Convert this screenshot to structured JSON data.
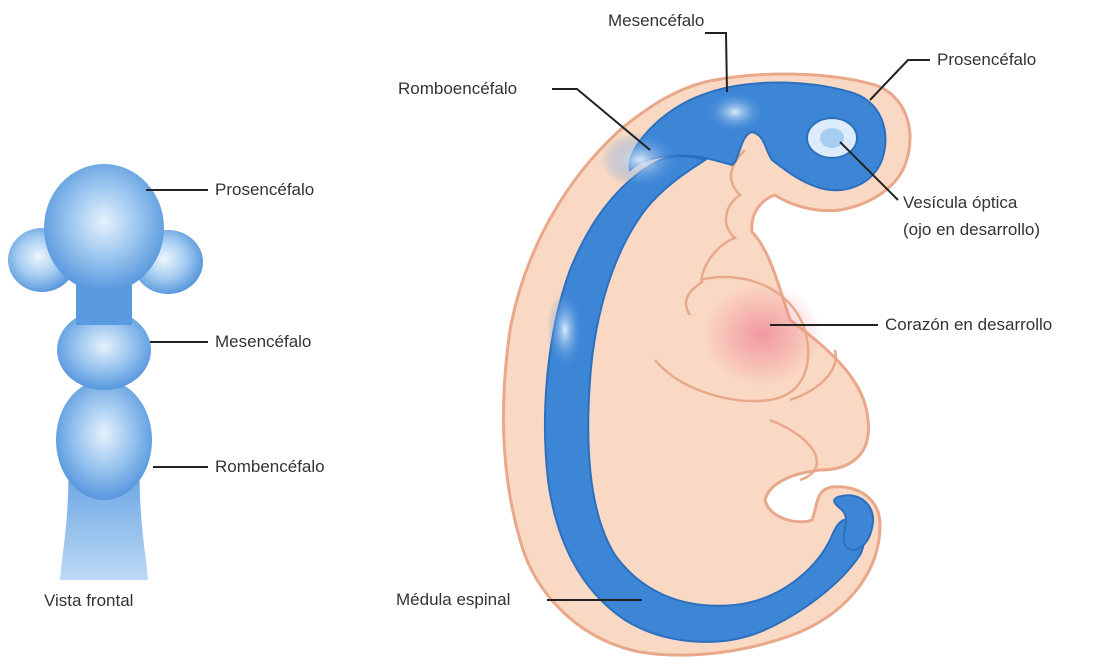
{
  "frontal_view": {
    "caption": "Vista frontal",
    "labels": {
      "prosencephalon": "Prosencéfalo",
      "mesencephalon": "Mesencéfalo",
      "rhombencephalon": "Rombencéfalo"
    }
  },
  "lateral_view": {
    "labels": {
      "mesencephalon": "Mesencéfalo",
      "prosencephalon": "Prosencéfalo",
      "rhombencephalon": "Romboencéfalo",
      "optic_vesicle_line1": "Vesícula óptica",
      "optic_vesicle_line2": "(ojo en desarrollo)",
      "developing_heart": "Corazón en desarrollo",
      "spinal_cord": "Médula espinal"
    }
  },
  "colors": {
    "neural_tube": "#3d86d6",
    "neural_tube_highlight": "#dcecfb",
    "embryo_skin": "#fad9c4",
    "embryo_outline": "#e8a889",
    "heart_glow": "#f08c9a",
    "leader_line": "#222222",
    "label_text": "#333333"
  }
}
